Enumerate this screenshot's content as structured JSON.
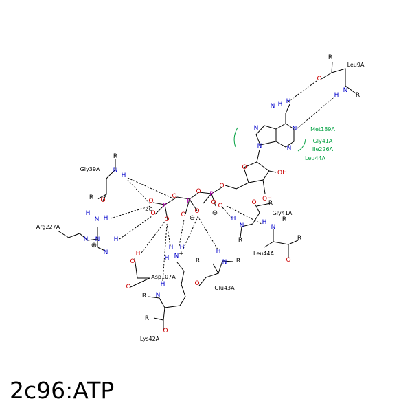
{
  "title": "2c96:ATP",
  "colors": {
    "nitrogen": "#0000cc",
    "oxygen": "#cc0000",
    "phosphorus": "#b000b0",
    "hydrophobic": "#00a040",
    "bond": "#000000"
  },
  "symbols": {
    "R": "R",
    "N": "N",
    "O": "O",
    "P": "P",
    "H": "H",
    "OH": "OH",
    "plus": "+",
    "minus": "⊖",
    "circleplus": "⊕",
    "twominus": "2⊖"
  },
  "residues": {
    "leu9a": "Leu9A",
    "gly39a": "Gly39A",
    "arg227a": "Arg227A",
    "gly41a": "Gly41A",
    "leu44a": "Leu44A",
    "asp107a": "Asp107A",
    "glu43a": "Glu43A",
    "lys42a": "Lys42A"
  },
  "hydrophobic_contacts": [
    "Met189A",
    "Gly41A",
    "Ile226A",
    "Leu44A"
  ]
}
